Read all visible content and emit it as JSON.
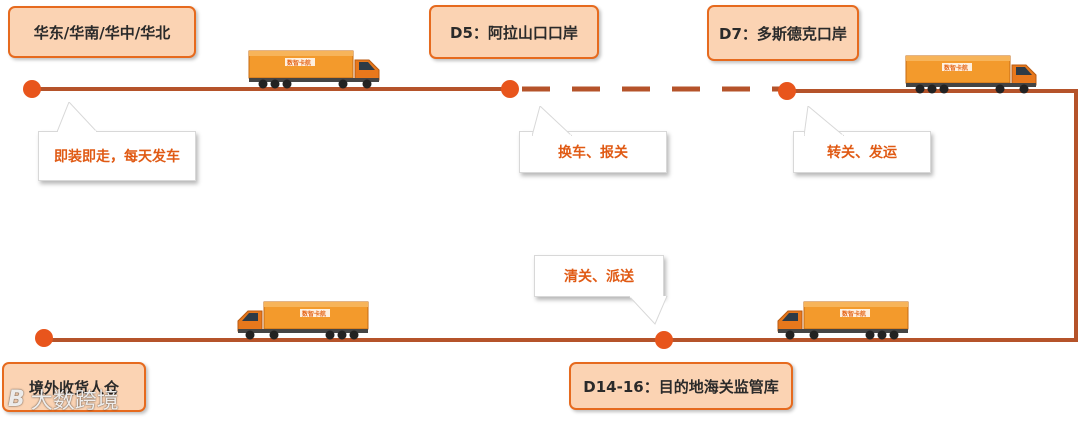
{
  "stations": {
    "origin": "华东/华南/华中/华北",
    "d5": "D5：阿拉山口口岸",
    "d7": "D7：多斯德克口岸",
    "destination_customs": "D14-16：目的地海关监管库",
    "overseas_warehouse": "境外收货人仓"
  },
  "callouts": {
    "loading": "即装即走，每天发车",
    "transfer": "换车、报关",
    "ship": "转关、发运",
    "clearance": "清关、派送"
  },
  "truck_brand": "数智卡航",
  "watermark": {
    "mark": "B",
    "text": "大数跨境"
  },
  "colors": {
    "route_line": "#b5532a",
    "node": "#e8551c",
    "box_fill": "#fbd3b3",
    "box_border": "#e66a1e",
    "callout_text": "#e05a14",
    "truck_body": "#f39a2c"
  }
}
